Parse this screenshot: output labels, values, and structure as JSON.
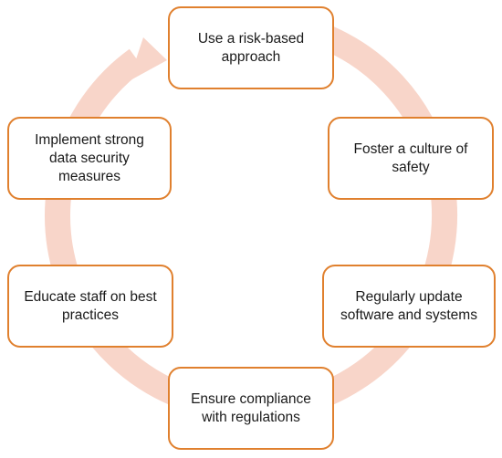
{
  "diagram": {
    "type": "cycle",
    "ring_color": "#f8d5c9",
    "border_color": "#e0802e",
    "steps": [
      {
        "label": "Use a risk-based\napproach"
      },
      {
        "label": "Foster a culture of\nsafety"
      },
      {
        "label": "Regularly update\nsoftware and systems"
      },
      {
        "label": "Ensure compliance\nwith regulations"
      },
      {
        "label": "Educate staff on best\npractices"
      },
      {
        "label": "Implement strong\ndata security\nmeasures"
      }
    ]
  }
}
